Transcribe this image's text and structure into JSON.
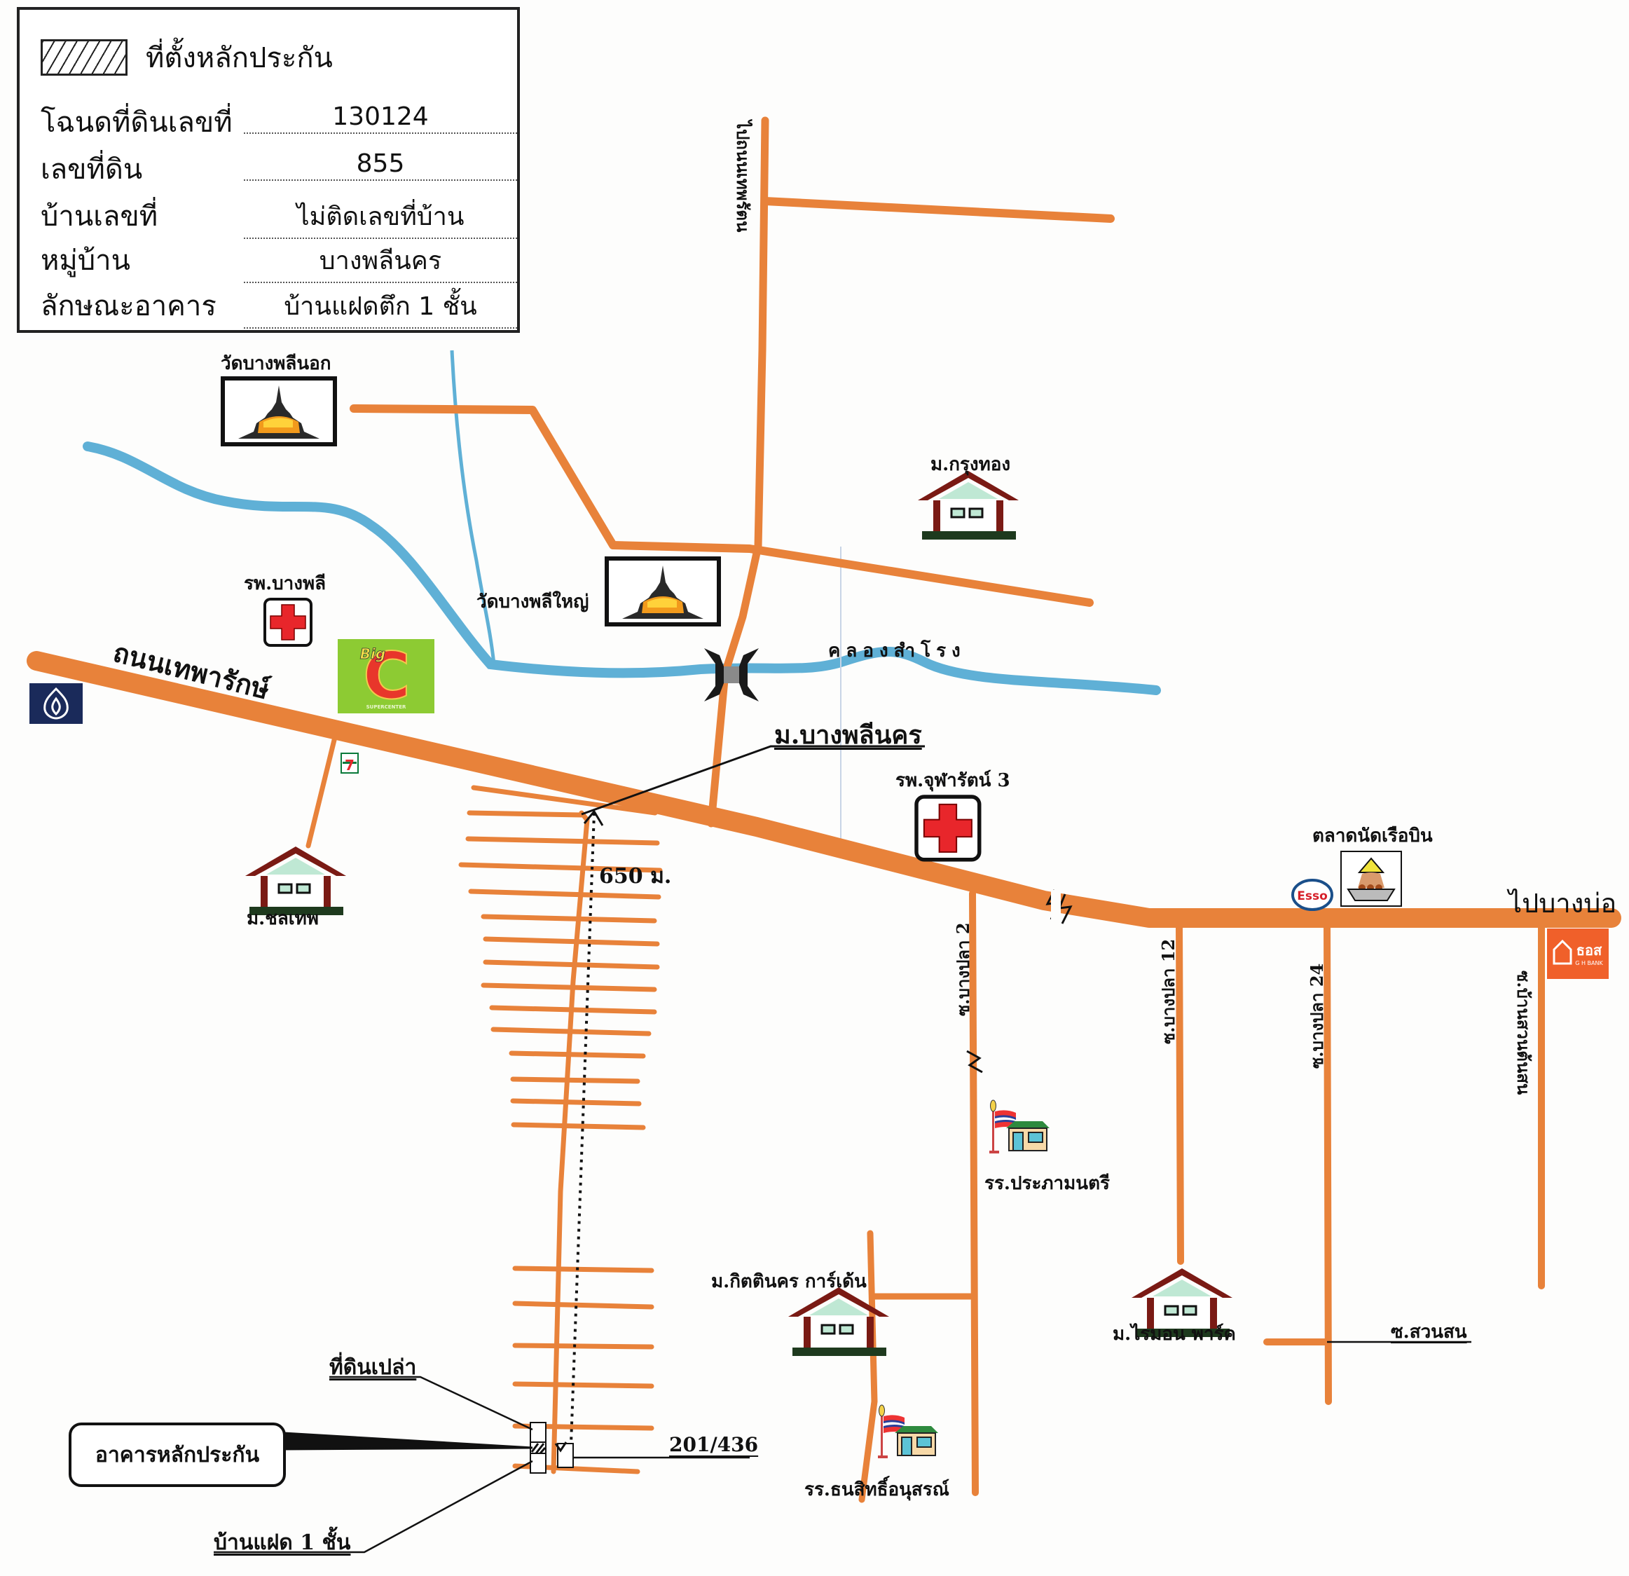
{
  "legend": {
    "hatch_label": "ที่ตั้งหลักประกัน",
    "rows": [
      {
        "key": "โฉนดที่ดินเลขที่",
        "value": "130124"
      },
      {
        "key": "เลขที่ดิน",
        "value": "855"
      },
      {
        "key": "บ้านเลขที่",
        "value": "ไม่ติดเลขที่บ้าน"
      },
      {
        "key": "หมู่บ้าน",
        "value": "บางพลีนคร"
      },
      {
        "key": "ลักษณะอาคาร",
        "value": "บ้านแฝดตึก 1 ชั้น"
      }
    ]
  },
  "roads": {
    "main": "ถนนเทพารักษ์",
    "to_theparat": "ไปถนนเทพรัตน",
    "to_bang_bo": "ไปบางบ่อ",
    "soi_bangpla_2": "ซ.บางปลา 2",
    "soi_bangpla_12": "ซ.บางปลา 12",
    "soi_bangpla_24": "ซ.บางปลา 24",
    "soi_ban_suan_ton_son": "ซ.บ้านสวนต้นสน",
    "soi_suan_son": "ซ.สวนสน"
  },
  "canal": "คลองสำโรง",
  "places": {
    "wat_bangplee_nok": "วัดบางพลีนอก",
    "wat_bangplee_yai": "วัดบางพลีใหญ่",
    "bangplee_hospital": "รพ.บางพลี",
    "chularat3_hospital": "รพ.จุฬารัตน์ 3",
    "krungthong_village": "ม.กรุงทอง",
    "cholathep_village": "ม.ชลเทพ",
    "bangplee_nakorn_village": "ม.บางพลีนคร",
    "market": "ตลาดนัดเรือบิน",
    "prapa_school": "รร.ประภามนตรี",
    "kittinakorn_village": "ม.กิตตินคร การ์เด้น",
    "raimon_village": "ม.ไรมอน พาร์ค",
    "thanasit_school": "รร.ธนสิทธิ์อนุสรณ์"
  },
  "logos": {
    "bigc_top": "Big",
    "bigc_letter": "C",
    "bigc_sub": "SUPERCENTER",
    "esso": "Esso",
    "ghbank": "ธอส",
    "ghbank_sub": "G H BANK",
    "seven": "7"
  },
  "annotations": {
    "distance": "650 ม.",
    "vacant_land": "ที่ดินเปล่า",
    "collateral_building": "อาคารหลักประกัน",
    "house_number": "201/436",
    "twin_house": "บ้านแฝด 1 ชั้น"
  },
  "colors": {
    "road": "#e8823a",
    "river": "#5fb0d6",
    "hospital_cross": "#e8262b",
    "house_roof": "#7a1a14",
    "bigc_green": "#8dcb33",
    "bbl_navy": "#1a2a5a",
    "ghbank_orange": "#f0602a"
  }
}
